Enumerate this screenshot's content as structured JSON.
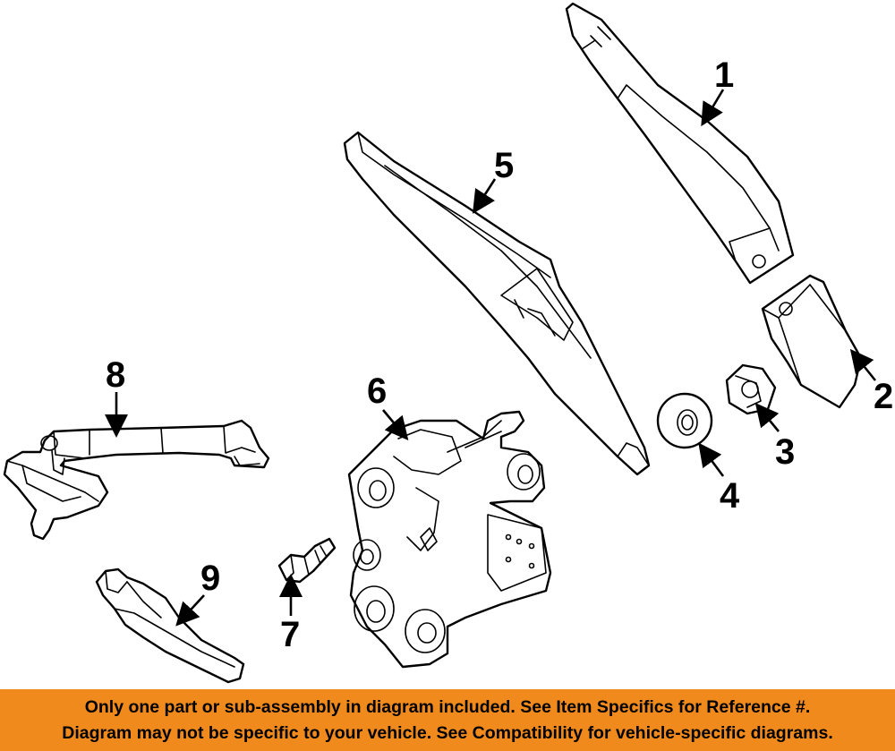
{
  "colors": {
    "banner_background": "#f08a1c",
    "line_art": "#000000",
    "background": "#ffffff"
  },
  "callouts": {
    "c1": "1",
    "c2": "2",
    "c3": "3",
    "c4": "4",
    "c5": "5",
    "c6": "6",
    "c7": "7",
    "c8": "8",
    "c9": "9"
  },
  "notice": {
    "line1": "Only one part or sub-assembly in diagram included. See Item Specifics for Reference #.",
    "line2": "Diagram may not be specific to your vehicle. See Compatibility for vehicle-specific diagrams."
  }
}
